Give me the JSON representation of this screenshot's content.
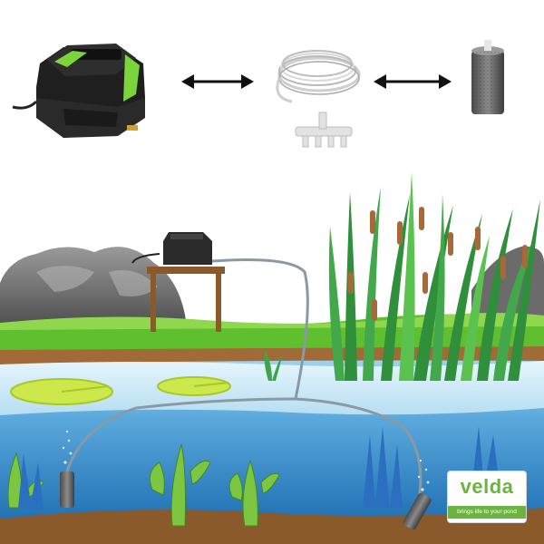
{
  "brand": {
    "name": "velda",
    "tagline": "brings life to your pond",
    "color": "#6cb33f"
  },
  "components": [
    "air-pump",
    "air-tubing",
    "manifold",
    "air-stone"
  ],
  "colors": {
    "pump_body": "#222222",
    "pump_accent": "#7bd43a",
    "water_surface": "#bfe3f3",
    "water_deep": "#2f86c6",
    "grass": "#5fbf2e",
    "soil": "#8a5a2b"
  }
}
